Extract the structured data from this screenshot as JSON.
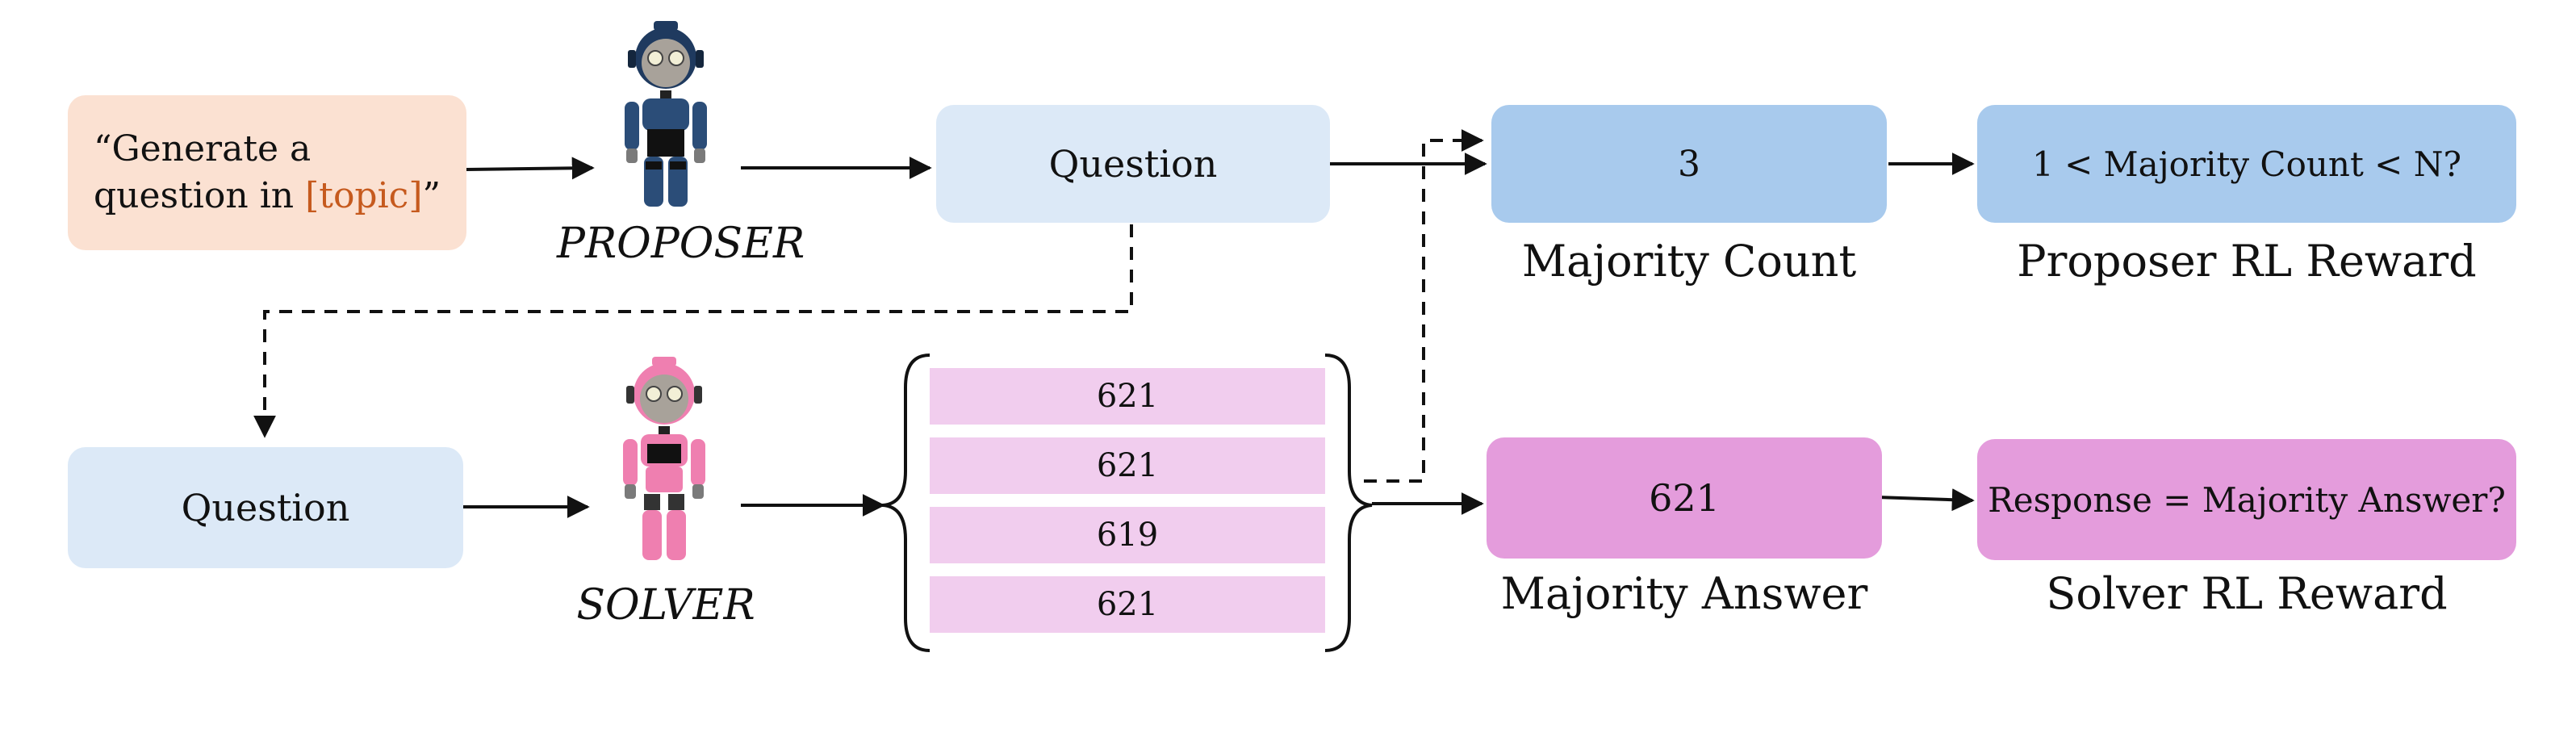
{
  "prompt": {
    "line1": "“Generate a",
    "line2_pre": "question in ",
    "line2_topic": "[topic]",
    "line2_post": "”"
  },
  "proposer": {
    "label": "PROPOSER"
  },
  "solver": {
    "label": "SOLVER"
  },
  "question_top": "Question",
  "question_bottom": "Question",
  "responses": [
    "621",
    "621",
    "619",
    "621"
  ],
  "majority_count": {
    "value": "3",
    "label": "Majority Count"
  },
  "proposer_reward": {
    "text": "1 < Majority Count < N?",
    "label": "Proposer RL Reward"
  },
  "majority_answer": {
    "value": "621",
    "label": "Majority Answer"
  },
  "solver_reward": {
    "text": "Response = Majority Answer?",
    "label": "Solver RL Reward"
  },
  "colors": {
    "prompt_bg": "#fbe1d2",
    "topic": "#c65a1e",
    "question_bg": "#dce9f7",
    "proposer_blue": "#a8caed",
    "solver_pink": "#e49cdc",
    "response_bg": "#f1cdee",
    "proposer_robot": "#1f3a5f",
    "solver_robot": "#ef7fb0"
  },
  "icons": [
    "proposer-robot-icon",
    "solver-robot-icon"
  ]
}
